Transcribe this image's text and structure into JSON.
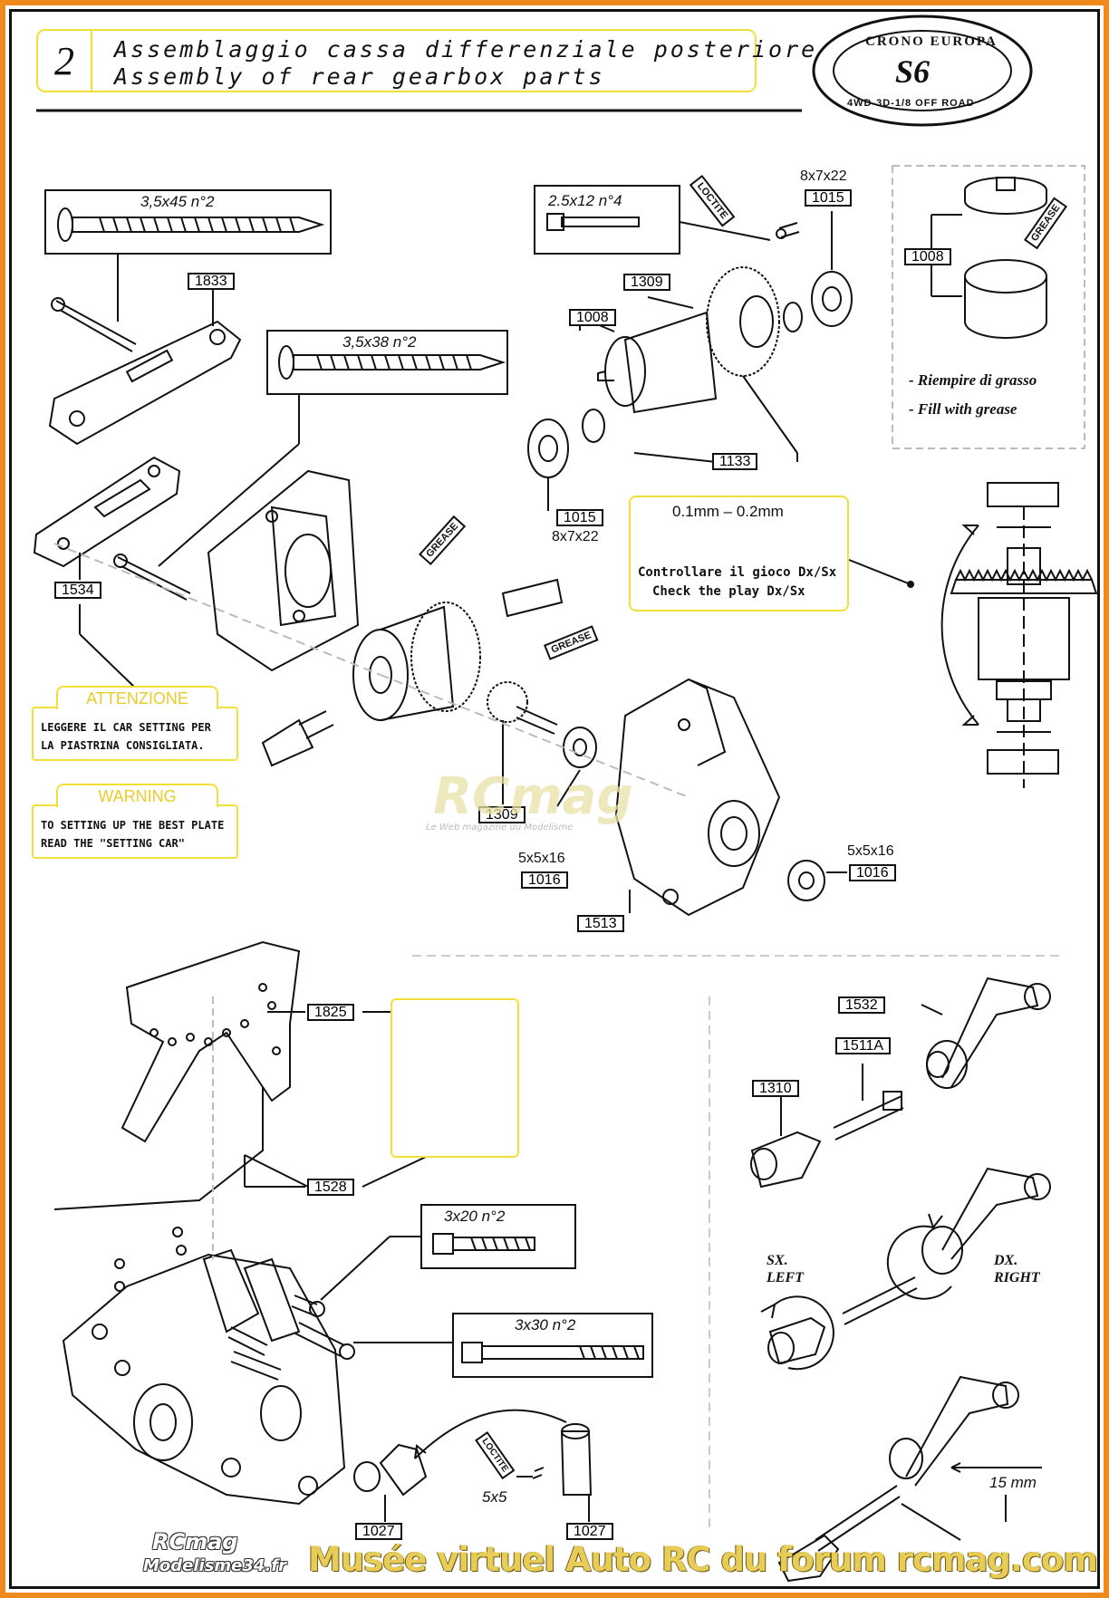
{
  "header": {
    "step_number": "2",
    "title_it": "Assemblaggio cassa differenziale posteriore",
    "title_en": "Assembly of rear gearbox parts"
  },
  "logo": {
    "top_text": "CRONO EUROPA",
    "center_text": "S6",
    "bottom_text": "4WD-3D-1/8 OFF ROAD"
  },
  "screws": {
    "s_3_5x45": "3,5x45  n°2",
    "s_3_5x38": "3,5x38  n°2",
    "s_2_5x12": "2.5x12  n°4",
    "s_3x20": "3x20  n°2",
    "s_3x30": "3x30  n°2"
  },
  "parts": {
    "p1833": "1833",
    "p1534": "1534",
    "p1309_top": "1309",
    "p1008": "1008",
    "p1015_top": "1015",
    "p1015_bottom": "1015",
    "p1133": "1133",
    "p1008_side": "1008",
    "p1309_pinion": "1309",
    "p1016_left": "1016",
    "p1016_right": "1016",
    "p1513": "1513",
    "p1825": "1825",
    "p1528": "1528",
    "p1027_left": "1027",
    "p1027_right": "1027",
    "p1532": "1532",
    "p1511A": "1511A",
    "p1310": "1310"
  },
  "dimensions": {
    "bearing_top": "8x7x22",
    "bearing_bottom": "8x7x22",
    "bearing_pinion": "5x5x16",
    "bearing_right": "5x5x16",
    "grub_screw": "5x5",
    "gap_range": "0.1mm – 0.2mm",
    "toe_length": "15 mm"
  },
  "tubes": {
    "loctite_top": "LOCTITE",
    "grease_side": "GREASE",
    "grease_case": "GREASE",
    "grease_pinion": "GREASE",
    "loctite_bottom": "LOCTITE"
  },
  "play_check": {
    "line_it": "Controllare il gioco Dx/Sx",
    "line_en": "Check the play Dx/Sx"
  },
  "grease_note": {
    "line_it": "- Riempire di grasso",
    "line_en": "- Fill with grease"
  },
  "attention": {
    "title": "ATTENZIONE",
    "line1": "LEGGERE IL CAR SETTING PER",
    "line2": "LA PIASTRINA CONSIGLIATA."
  },
  "warning": {
    "title": "WARNING",
    "line1": "TO SETTING UP THE BEST PLATE",
    "line2": "READ THE \"SETTING CAR\""
  },
  "direction": {
    "left_it": "SX.",
    "left_en": "LEFT",
    "right_it": "DX.",
    "right_en": "RIGHT"
  },
  "watermark": {
    "brand": "RCmag",
    "tagline": "Le Web magazine du Modelisme",
    "small_brand": "RCmag",
    "site": "Modelisme34.fr",
    "footer": "Musée virtuel Auto RC du forum rcmag.com"
  },
  "colors": {
    "frame_orange": "#f08a1c",
    "callout_yellow": "#f2e03a",
    "footer_gold": "#e8cc58"
  }
}
